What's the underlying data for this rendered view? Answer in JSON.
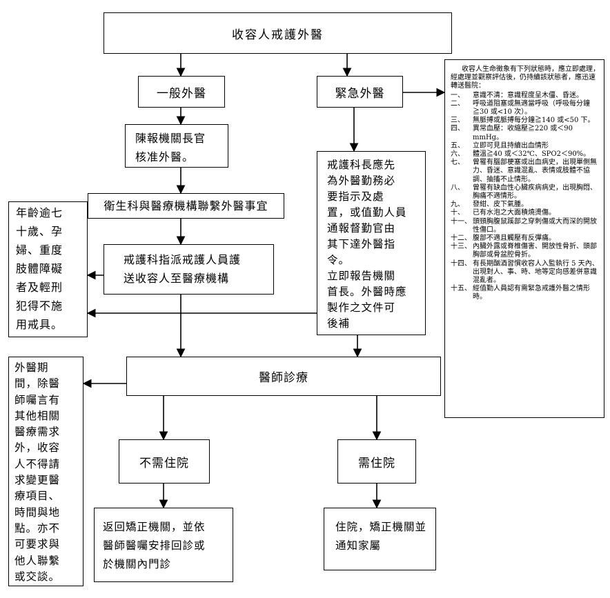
{
  "title": "收容人戒護外醫",
  "general": "一般外醫",
  "emergency": "緊急外醫",
  "report_approval": [
    "陳報機關長官",
    "核准外醫。"
  ],
  "health_section": "衛生科與醫療機構聯繫外醫事宜",
  "dispatch": [
    "戒護科指派戒護人員護",
    "送收容人至醫療機構"
  ],
  "restraint_note": [
    "年齡逾七",
    "十歲、孕",
    "婦、重度",
    "肢體障礙",
    "者及輕刑",
    "犯得不施",
    "用戒具。"
  ],
  "emergency_instructions": [
    "戒護科長應先",
    "為外醫勤務必",
    "要指示及處",
    "置，或值勤人員",
    "通報督勤官由",
    "其下達外醫指",
    "令。",
    "立即報告機關",
    "首長。外醫時應",
    "製作之文件可",
    "後補"
  ],
  "criteria": {
    "intro": "收容人生命徵象有下列狀態時，應立即處理，經處理並觀察評估後，仍持續該狀態者，應迅速轉送醫院：",
    "items": [
      {
        "num": "一、",
        "text": "意識不清：意識程度呈木僵、昏迷。"
      },
      {
        "num": "二、",
        "text": "呼吸道阻塞或無適當呼吸（呼吸每分鐘≧30 或<10 次）。"
      },
      {
        "num": "三、",
        "text": "無脈搏或脈搏每分鐘≧140 或<50 下。"
      },
      {
        "num": "四、",
        "text": "異常血壓：收縮壓≧220 或＜90 mmHg。"
      },
      {
        "num": "五、",
        "text": "立即可見且持續出血情形"
      },
      {
        "num": "六、",
        "text": "體溫≧40 或＜32℃、SPO2＜90%。"
      },
      {
        "num": "七、",
        "text": "曾罹有腦部梗塞或出血病史，出現單側無力、昏迷、意識混亂、表情或肢體不協調、抽搐不止情形。"
      },
      {
        "num": "八、",
        "text": "曾罹有缺血性心臟疾病病史，出現胸悶、胸痛不適情形。"
      },
      {
        "num": "九、",
        "text": "發紺、皮下氣腫。"
      },
      {
        "num": "十、",
        "text": "已有水泡之大面積燒燙傷。"
      },
      {
        "num": "十一、",
        "text": "頭頸胸腹鼠蹊部之穿刺傷或大而深的開放性傷口。"
      },
      {
        "num": "十二、",
        "text": "腹部不適且觸壓有反彈痛。"
      },
      {
        "num": "十三、",
        "text": "內臟外露或脊椎傷害、開放性骨折、頭部胸部或骨盆腔骨折。"
      },
      {
        "num": "十四、",
        "text": "有長期酗酒習慣收容人入監執行 5 天內、出現對人、事、時、地等定向感差併意識混亂者。"
      },
      {
        "num": "十五、",
        "text": "經值勤人員認有需緊急戒護外醫之情形時。"
      }
    ]
  },
  "diagnosis": "醫師診療",
  "medical_note": [
    "外醫期",
    "間，除醫",
    "師囑言有",
    "其他相關",
    "醫療需求",
    "外，收容",
    "人不得請",
    "求變更醫",
    "療項目、",
    "時間與地",
    "點。亦不",
    "可要求與",
    "他人聯繫",
    "或交談。"
  ],
  "no_hospital": "不需住院",
  "hospital": "需住院",
  "return": [
    "返回矯正機關，並依",
    "醫師醫囑安排回診或",
    "於機關內門診"
  ],
  "admitted": [
    "住院，矯正機關並",
    "通知家屬"
  ]
}
